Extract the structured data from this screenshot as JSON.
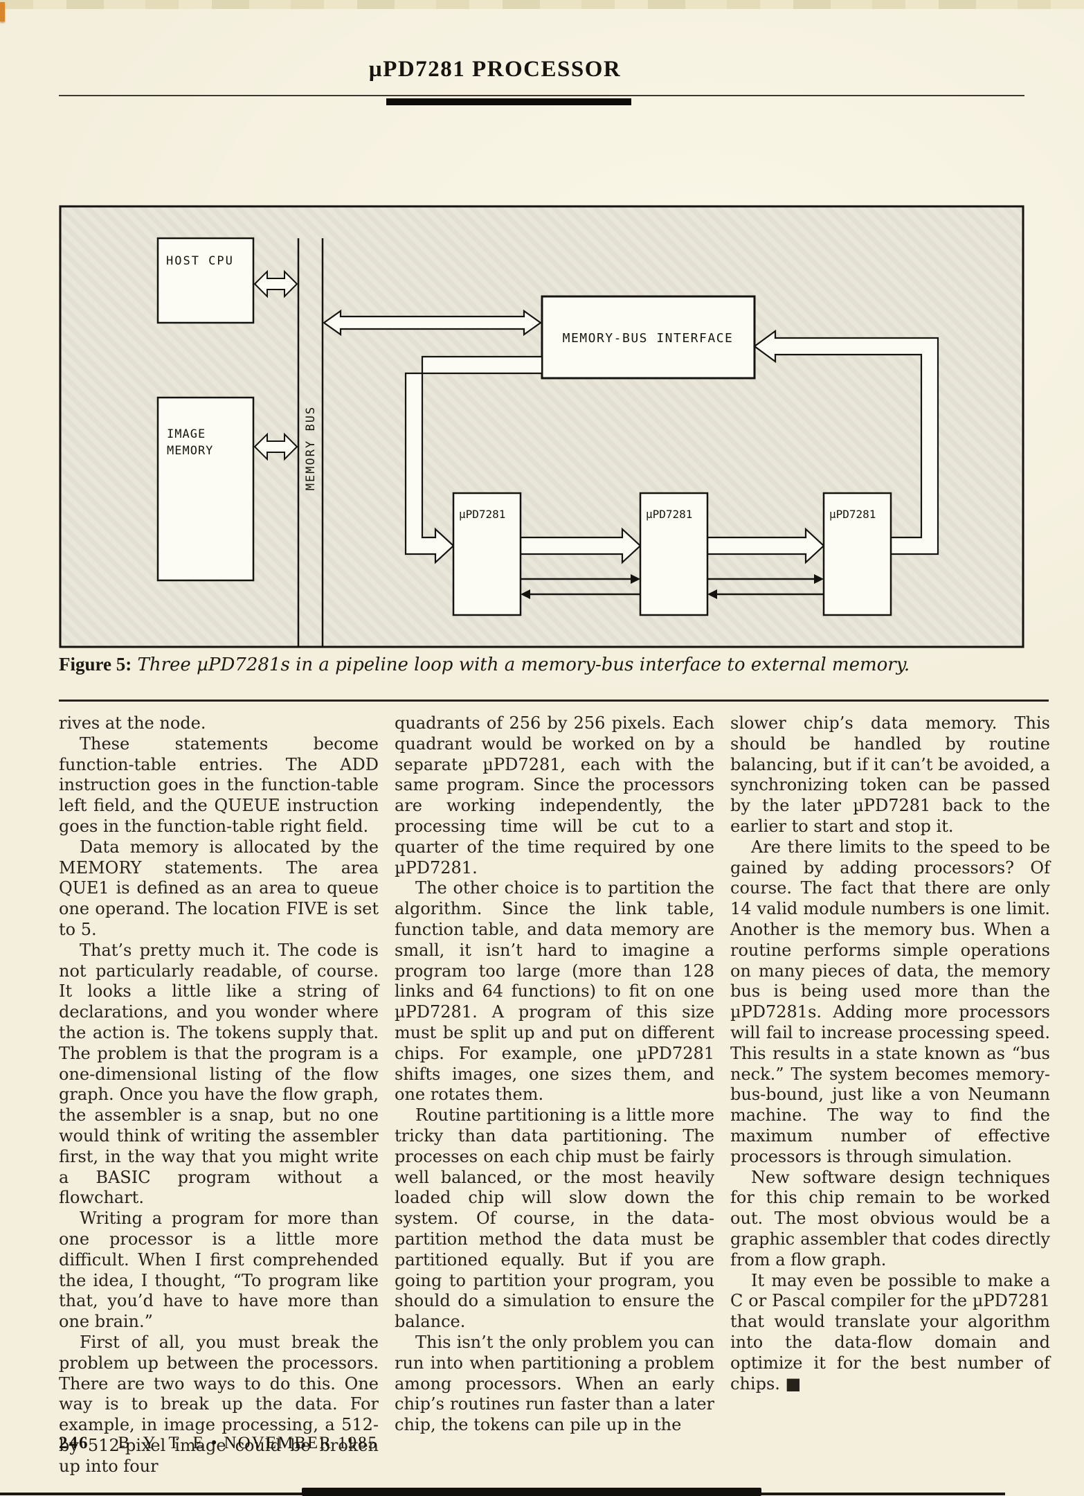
{
  "header": {
    "title": "µPD7281 PROCESSOR"
  },
  "figure": {
    "caption_label": "Figure 5:",
    "caption_text": "Three µPD7281s in a pipeline loop with a memory-bus interface to external memory.",
    "labels": {
      "host_cpu": "HOST CPU",
      "image_memory_line1": "IMAGE",
      "image_memory_line2": "MEMORY",
      "memory_bus": "MEMORY BUS",
      "interface": "MEMORY-BUS INTERFACE",
      "chip1": "µPD7281",
      "chip2": "µPD7281",
      "chip3": "µPD7281"
    }
  },
  "body": {
    "columns": [
      {
        "paragraphs": [
          "rives at the node.",
          "These statements become function-table entries. The ADD instruction goes in the function-table left field, and the QUEUE instruction goes in the function-table right field.",
          "Data memory is allocated by the MEMORY statements. The area QUE1 is defined as an area to queue one operand. The location FIVE is set to 5.",
          "That’s pretty much it. The code is not particularly readable, of course. It looks a little like a string of declarations, and you wonder where the action is. The tokens supply that. The problem is that the program is a one-dimensional listing of the flow graph. Once you have the flow graph, the assembler is a snap, but no one would think of writing the assembler first, in the way that you might write a BASIC program without a flowchart.",
          "Writing a program for more than one processor is a little more difficult. When I first comprehended the idea, I thought, “To program like that, you’d have to have more than one brain.”",
          "First of all, you must break the problem up between the processors. There are two ways to do this. One way is to break up the data. For example, in image processing, a 512- by 512-pixel image could be broken up into four"
        ]
      },
      {
        "paragraphs": [
          "quadrants of 256 by 256 pixels. Each quadrant would be worked on by a separate µPD7281, each with the same program. Since the processors are working independently, the processing time will be cut to a quarter of the time required by one µPD7281.",
          "The other choice is to partition the algorithm. Since the link table, function table, and data memory are small, it isn’t hard to imagine a program too large (more than 128 links and 64 functions) to fit on one µPD7281. A program of this size must be split up and put on different chips. For example, one µPD7281 shifts images, one sizes them, and one rotates them.",
          "Routine partitioning is a little more tricky than data partitioning. The processes on each chip must be fairly well balanced, or the most heavily loaded chip will slow down the system. Of course, in the data-partition method the data must be partitioned equally. But if you are going to partition your program, you should do a simulation to ensure the balance.",
          "This isn’t the only problem you can run into when partitioning a problem among processors. When an early chip’s routines run faster than a later chip, the tokens can pile up in the"
        ]
      },
      {
        "paragraphs": [
          "slower chip’s data memory. This should be handled by routine balancing, but if it can’t be avoided, a synchronizing token can be passed by the later µPD7281 back to the earlier to start and stop it.",
          "Are there limits to the speed to be gained by adding processors? Of course. The fact that there are only 14 valid module numbers is one limit. Another is the memory bus. When a routine performs simple operations on many pieces of data, the memory bus is being used more than the µPD7281s. Adding more processors will fail to increase processing speed. This results in a state known as “bus neck.” The system becomes memory-bus-bound, just like a von Neumann machine. The way to find the maximum number of effective processors is through simulation.",
          "New software design techniques for this chip remain to be worked out. The most obvious would be a graphic assembler that codes directly from a flow graph.",
          "It may even be possible to make a C or Pascal compiler for the µPD7281 that would translate your algorithm into the data-flow domain and optimize it for the best number of chips. ■"
        ]
      }
    ]
  },
  "footer": {
    "page_number": "246",
    "magazine": "B Y T E",
    "bullet": "•",
    "issue": "NOVEMBER 1985"
  }
}
